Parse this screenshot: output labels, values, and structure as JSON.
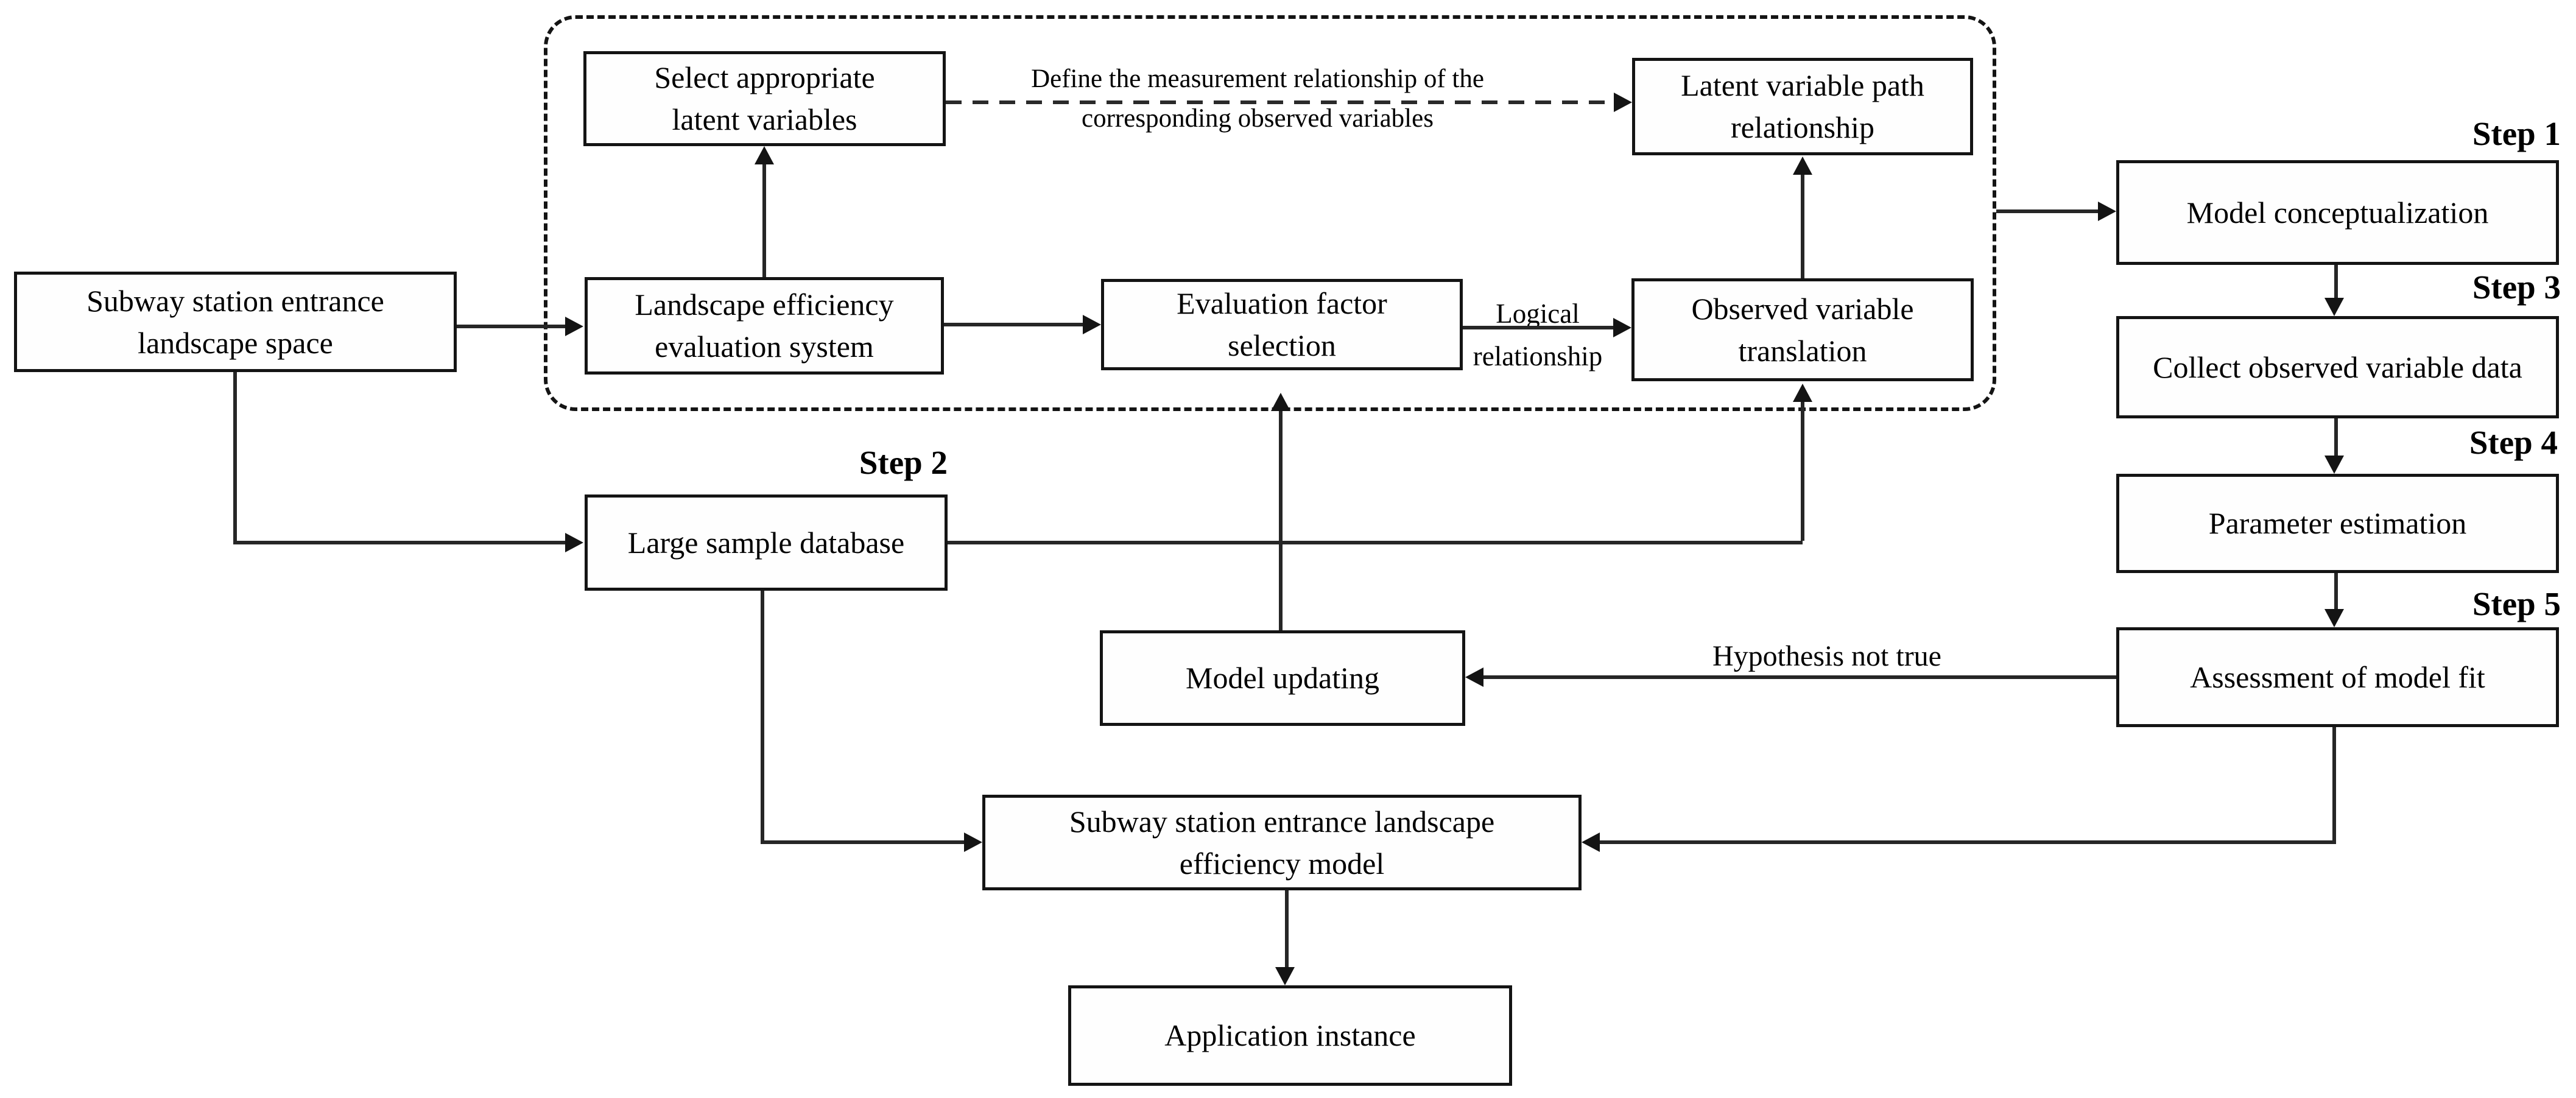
{
  "figure": {
    "background": "#ffffff",
    "line_color": "#262626",
    "box_border_color": "#141414"
  },
  "nodes": {
    "subway_space": "Subway station entrance\nlandscape space",
    "select_latent": "Select appropriate\nlatent variables",
    "latent_path": "Latent variable path\nrelationship",
    "landscape_eval": "Landscape efficiency\nevaluation system",
    "eval_factor": "Evaluation factor\nselection",
    "observed_var": "Observed variable\ntranslation",
    "large_sample": "Large sample database",
    "model_updating": "Model updating",
    "model_concept": "Model conceptualization",
    "collect_observed": "Collect observed variable data",
    "param_est": "Parameter estimation",
    "assess_fit": "Assessment of model fit",
    "efficiency_model": "Subway station entrance landscape\nefficiency model",
    "application_instance": "Application instance"
  },
  "edge_labels": {
    "define_measurement": "Define the measurement relationship of the\ncorresponding observed variables",
    "logical_line1": "Logical",
    "logical_line2": "relationship",
    "hypothesis": "Hypothesis not true"
  },
  "steps": {
    "step1": "Step 1",
    "step2": "Step 2",
    "step3": "Step 3",
    "step4": "Step 4",
    "step5": "Step 5"
  }
}
